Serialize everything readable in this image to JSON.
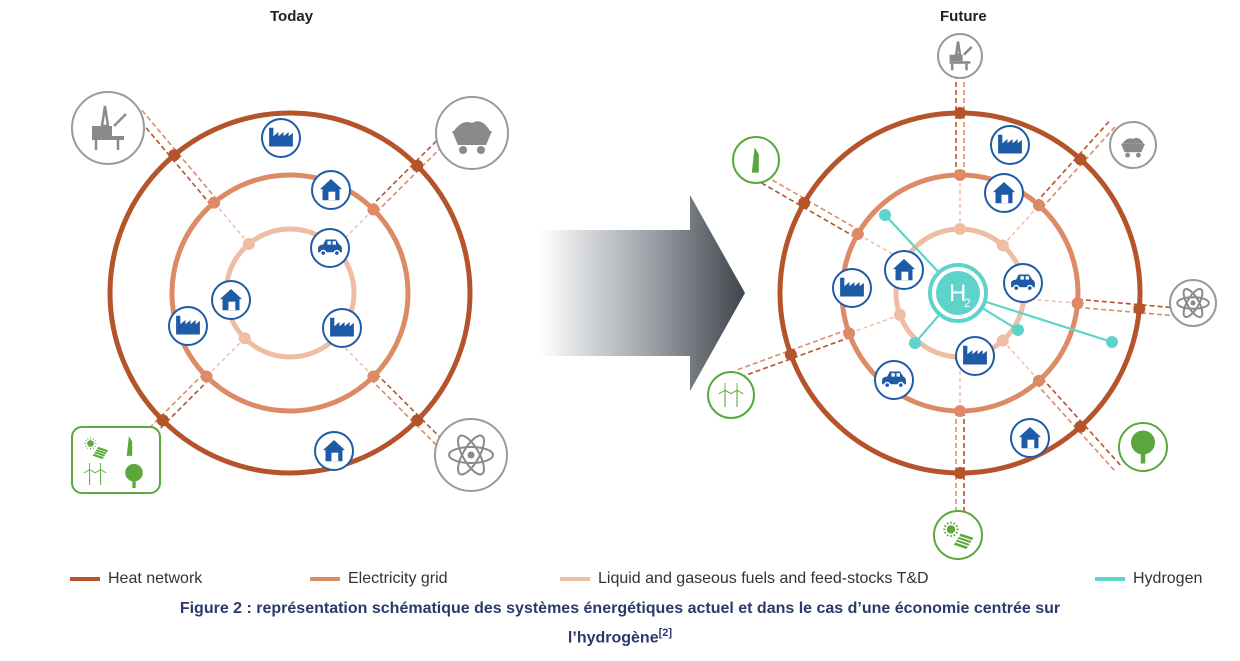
{
  "titles": {
    "left": "Today",
    "right": "Future"
  },
  "center_label": {
    "main": "H",
    "sub": "2"
  },
  "legend": [
    {
      "label": "Heat network",
      "color": "#b5532b"
    },
    {
      "label": "Electricity grid",
      "color": "#dd8a66"
    },
    {
      "label": "Liquid and gaseous fuels and feed-stocks T&D",
      "color": "#efbda4"
    },
    {
      "label": "Hydrogen",
      "color": "#5ed3c9"
    }
  ],
  "caption": {
    "line1": "Figure 2 : représentation schématique des systèmes énergétiques actuel et dans le cas d’une économie centrée sur",
    "line2": "l’hydrogène",
    "ref": "[2]"
  },
  "colors": {
    "heat": "#b5532b",
    "electricity": "#dd8a66",
    "fuels": "#efbda4",
    "hydrogen": "#5ed3c9",
    "consumer_icon": "#1d5ba6",
    "renewable": "#5aa83c",
    "fossil_nuclear": "#8a8a8a"
  },
  "icons": [
    "factory-icon",
    "house-icon",
    "car-icon",
    "oil-rig-icon",
    "coal-cart-icon",
    "nuclear-icon",
    "renewables-icon",
    "biomass-icon",
    "wind-turbine-icon",
    "tree-icon",
    "solar-panel-icon",
    "hydrogen-icon"
  ]
}
